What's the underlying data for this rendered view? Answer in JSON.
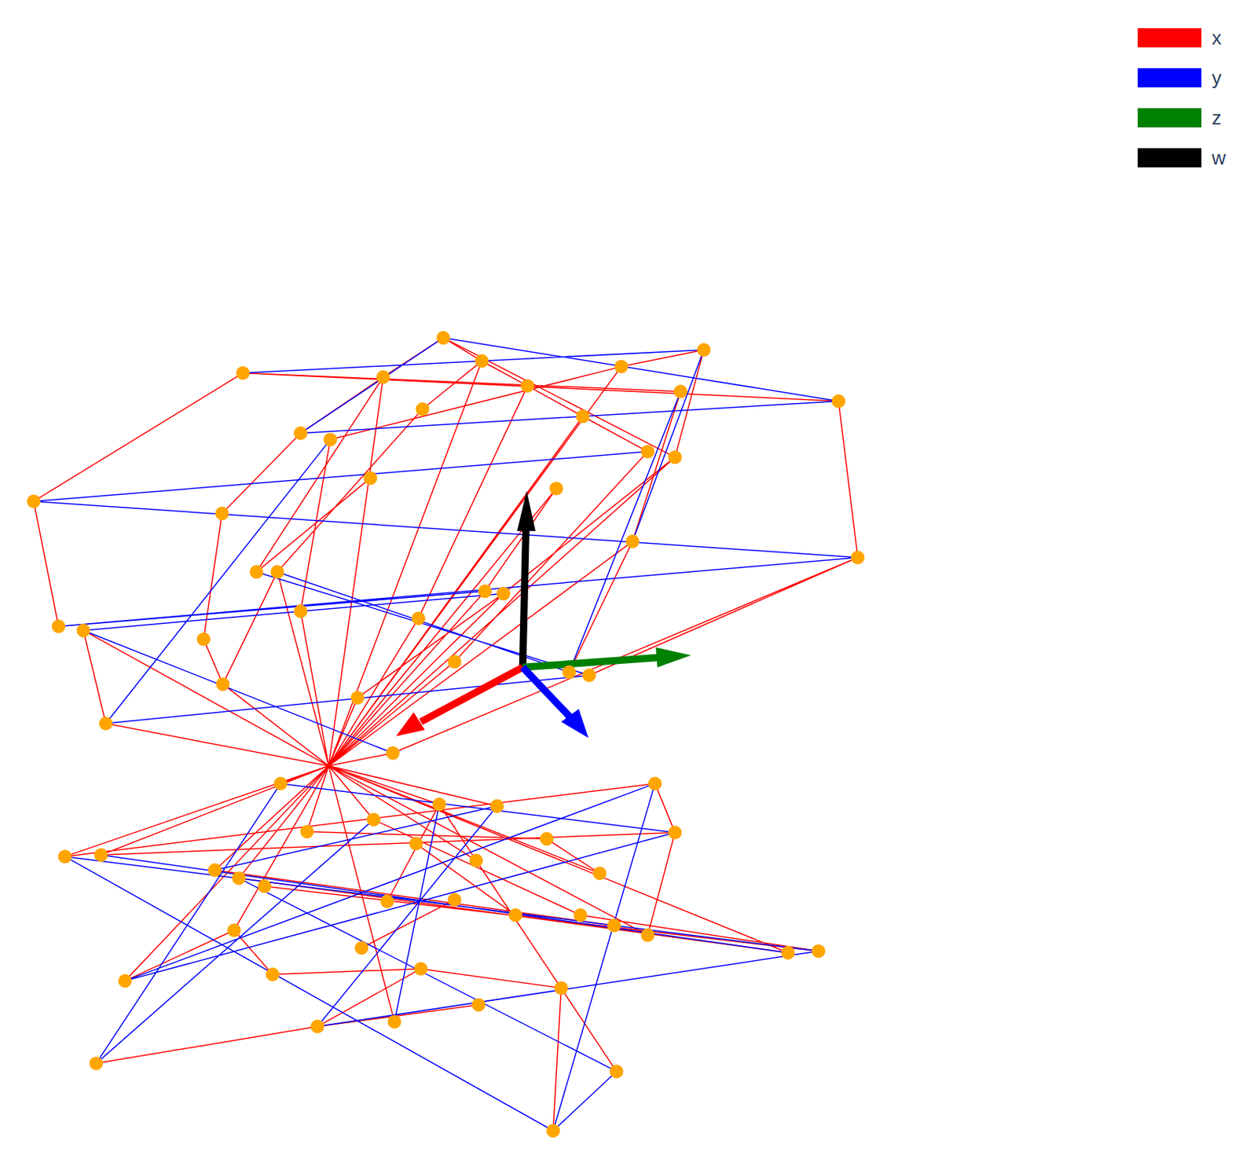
{
  "diagram": {
    "legend": [
      {
        "text": "x",
        "color": "#ff0000"
      },
      {
        "text": "y",
        "color": "#0000ff"
      },
      {
        "text": "z",
        "color": "#008000"
      },
      {
        "text": "w",
        "color": "#000000"
      }
    ]
  }
}
